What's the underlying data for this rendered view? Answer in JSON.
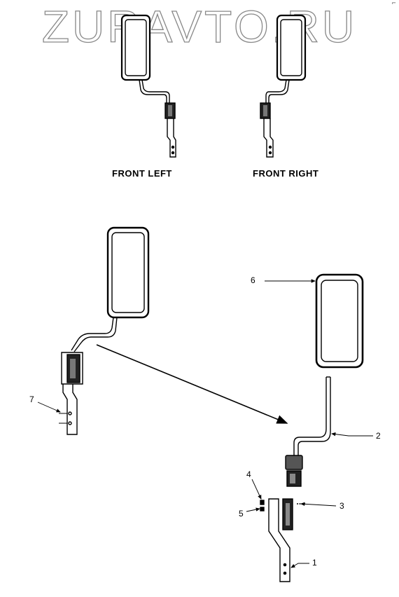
{
  "watermark": "ZURAVTO.RU",
  "corner_mark": "⌐",
  "views": {
    "front_left": "FRONT LEFT",
    "front_right": "FRONT RIGHT"
  },
  "callouts": [
    "1",
    "2",
    "3",
    "4",
    "5",
    "6",
    "7"
  ]
}
